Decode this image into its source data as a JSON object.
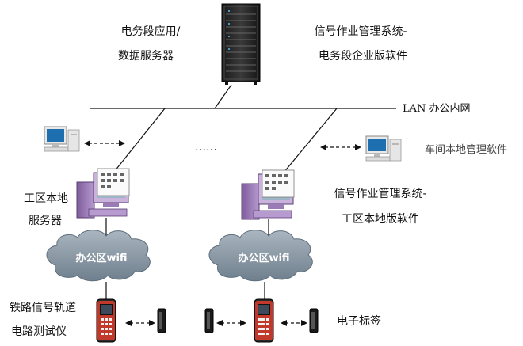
{
  "server_label_line1": "电务段应用/",
  "server_label_line2": "数据服务器",
  "software_label_line1": "信号作业管理系统-",
  "software_label_line2": "电务段企业版软件",
  "lan_label": "LAN 办公内网",
  "ellipsis": "……",
  "workshop_software_label": "车间本地管理软件",
  "work_area_server_line1": "工区本地",
  "work_area_server_line2": "服务器",
  "work_area_software_line1": "信号作业管理系统-",
  "work_area_software_line2": "工区本地版软件",
  "cloud_left_label": "办公区wifi",
  "cloud_right_label": "办公区wifi",
  "tester_line1": "铁路信号轨道",
  "tester_line2": "电路测试仪",
  "tag_label": "电子标签",
  "colors": {
    "cloud_fill": "#8a9aa8",
    "pc_purple": "#9b7bb5",
    "line": "#111111",
    "server_body": "#2a2a2a",
    "device_red": "#c0392b"
  }
}
